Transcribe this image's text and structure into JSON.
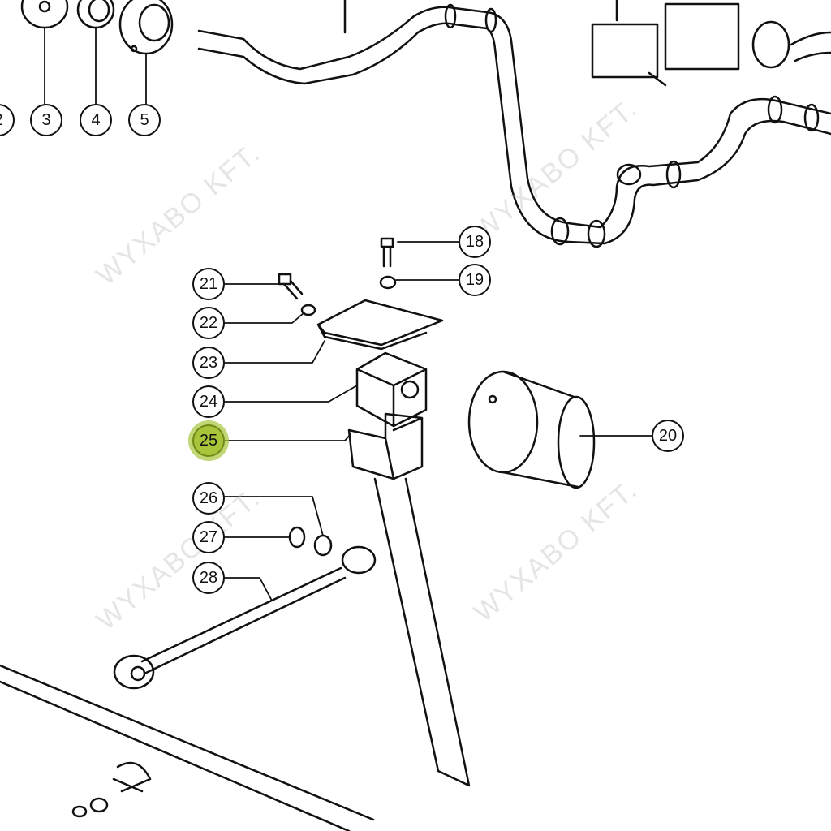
{
  "watermark": "WYXABO KFT.",
  "highlight_color": "#a8c43a",
  "callouts": [
    {
      "label": "2"
    },
    {
      "label": "3"
    },
    {
      "label": "4"
    },
    {
      "label": "5"
    },
    {
      "label": "18"
    },
    {
      "label": "19"
    },
    {
      "label": "20"
    },
    {
      "label": "21"
    },
    {
      "label": "22"
    },
    {
      "label": "23"
    },
    {
      "label": "24"
    },
    {
      "label": "25",
      "highlighted": true
    },
    {
      "label": "26"
    },
    {
      "label": "27"
    },
    {
      "label": "28"
    }
  ]
}
